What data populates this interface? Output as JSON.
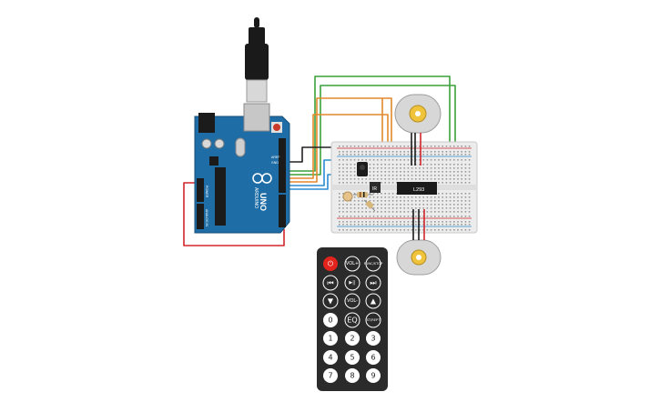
{
  "arduino": {
    "brand": "ARDUINO",
    "model": "UNO",
    "aref_label": "AREF",
    "gnd_label": "GND",
    "analog_label": "ANALOG IN",
    "power_label": "POWER"
  },
  "ic": {
    "label": "L293"
  },
  "sensor": {
    "label": "IR"
  },
  "remote": {
    "buttons": [
      {
        "label": "⏻",
        "name": "power-button",
        "red": true
      },
      {
        "label": "VOL+",
        "name": "vol-up-button"
      },
      {
        "label": "FUNC/STOP",
        "name": "func-stop-button"
      },
      {
        "label": "⏮",
        "name": "prev-button"
      },
      {
        "label": "▶||",
        "name": "play-pause-button"
      },
      {
        "label": "⏭",
        "name": "next-button"
      },
      {
        "label": "▼",
        "name": "down-button"
      },
      {
        "label": "VOL-",
        "name": "vol-down-button"
      },
      {
        "label": "▲",
        "name": "up-button"
      },
      {
        "label": "0",
        "name": "digit-0-button"
      },
      {
        "label": "EQ",
        "name": "eq-button"
      },
      {
        "label": "ST/REPT",
        "name": "st-rept-button"
      },
      {
        "label": "1",
        "name": "digit-1-button"
      },
      {
        "label": "2",
        "name": "digit-2-button"
      },
      {
        "label": "3",
        "name": "digit-3-button"
      },
      {
        "label": "4",
        "name": "digit-4-button"
      },
      {
        "label": "5",
        "name": "digit-5-button"
      },
      {
        "label": "6",
        "name": "digit-6-button"
      },
      {
        "label": "7",
        "name": "digit-7-button"
      },
      {
        "label": "8",
        "name": "digit-8-button"
      },
      {
        "label": "9",
        "name": "digit-9-button"
      }
    ]
  },
  "colors": {
    "board": "#1f6da6",
    "breadboard": "#ececec",
    "wire_green": "#3aa13a",
    "wire_orange": "#e3892b",
    "wire_red": "#d0262a",
    "wire_blue": "#2a8bd2",
    "wire_black": "#222222",
    "remote_body": "#2b2b2b",
    "accent_red": "#e2241d"
  }
}
